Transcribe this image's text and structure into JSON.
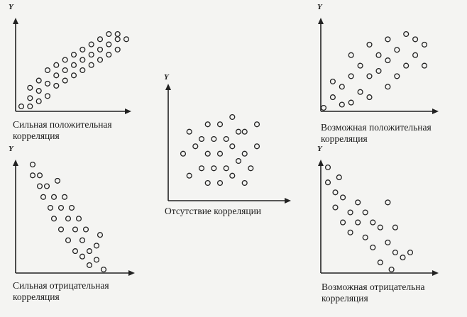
{
  "chart_data": [
    {
      "type": "scatter",
      "id": "strong-positive",
      "ylabel": "Y",
      "caption": [
        "Сильная положительная",
        "корреляция"
      ],
      "x": [
        1.0,
        2.0,
        2.0,
        2.0,
        3.0,
        3.0,
        3.0,
        4.0,
        4.0,
        4.0,
        5.0,
        5.0,
        5.0,
        6.0,
        6.0,
        6.0,
        7.0,
        7.0,
        7.0,
        8.0,
        8.0,
        8.0,
        9.0,
        9.0,
        9.0,
        10.0,
        10.0,
        10.0,
        11.0,
        11.0,
        11.0,
        12.0,
        12.0,
        12.0,
        13.0
      ],
      "y": [
        0.5,
        0.5,
        1.3,
        2.3,
        1.0,
        2.0,
        3.0,
        1.5,
        2.7,
        4.0,
        2.5,
        3.5,
        4.5,
        3.0,
        4.0,
        5.0,
        3.5,
        4.5,
        5.5,
        4.0,
        5.0,
        6.0,
        4.5,
        5.5,
        6.5,
        5.0,
        6.0,
        7.0,
        5.5,
        6.5,
        7.5,
        6.0,
        7.0,
        7.5,
        7.0
      ]
    },
    {
      "type": "scatter",
      "id": "no-correlation",
      "ylabel": "Y",
      "caption": [
        "Отсутствие корреляции"
      ],
      "x": [
        2.0,
        2.5,
        2.5,
        3.0,
        3.5,
        3.5,
        4.0,
        4.0,
        4.0,
        4.5,
        4.5,
        5.0,
        5.0,
        5.0,
        5.5,
        5.5,
        6.0,
        6.0,
        6.0,
        6.5,
        6.5,
        7.0,
        7.0,
        7.0,
        7.5,
        8.0,
        8.0
      ],
      "y": [
        5.0,
        3.5,
        6.5,
        5.5,
        4.0,
        6.0,
        3.0,
        5.0,
        7.0,
        4.0,
        6.0,
        3.0,
        5.0,
        7.0,
        4.0,
        6.0,
        3.5,
        5.5,
        7.5,
        4.5,
        6.5,
        3.0,
        5.0,
        6.5,
        4.0,
        5.5,
        7.0
      ]
    },
    {
      "type": "scatter",
      "id": "possible-positive",
      "ylabel": "Y",
      "caption": [
        "Возможная положительная",
        "корреляция"
      ],
      "x": [
        1.0,
        2.0,
        2.0,
        3.0,
        3.0,
        4.0,
        4.0,
        4.0,
        5.0,
        5.0,
        6.0,
        6.0,
        6.0,
        7.0,
        7.0,
        8.0,
        8.0,
        8.0,
        9.0,
        9.0,
        10.0,
        10.0,
        11.0,
        11.0,
        12.0,
        12.0
      ],
      "y": [
        0.5,
        1.5,
        3.0,
        0.8,
        2.5,
        1.0,
        3.5,
        5.5,
        2.0,
        4.5,
        1.5,
        3.5,
        6.5,
        4.0,
        5.5,
        2.5,
        5.0,
        7.0,
        3.5,
        6.0,
        4.5,
        7.5,
        5.5,
        7.0,
        4.5,
        6.5
      ]
    },
    {
      "type": "scatter",
      "id": "strong-negative",
      "ylabel": "Y",
      "caption": [
        "Сильная отрицательная",
        "корреляция"
      ],
      "x": [
        1.0,
        1.0,
        2.0,
        2.0,
        2.5,
        3.0,
        3.5,
        4.0,
        4.0,
        4.5,
        5.0,
        5.0,
        5.5,
        6.0,
        6.0,
        6.5,
        7.0,
        7.0,
        7.5,
        8.0,
        8.0,
        8.5,
        9.0,
        9.0,
        10.0,
        10.0,
        10.5,
        11.0
      ],
      "y": [
        10.0,
        9.0,
        9.0,
        8.0,
        7.0,
        8.0,
        6.0,
        7.0,
        5.0,
        8.5,
        6.0,
        4.0,
        7.0,
        5.0,
        3.0,
        6.0,
        4.0,
        2.0,
        5.0,
        3.0,
        1.5,
        4.0,
        2.0,
        0.7,
        2.5,
        1.2,
        3.5,
        0.3
      ]
    },
    {
      "type": "scatter",
      "id": "possible-negative",
      "ylabel": "Y",
      "caption": [
        "Возможная отрицательна",
        "корреляция"
      ],
      "x": [
        1.0,
        1.0,
        2.0,
        2.0,
        2.5,
        3.0,
        3.0,
        4.0,
        4.0,
        5.0,
        5.0,
        6.0,
        6.0,
        7.0,
        7.0,
        8.0,
        8.0,
        9.0,
        9.0,
        9.5,
        10.0,
        10.0,
        11.0,
        12.0
      ],
      "y": [
        10.5,
        9.0,
        8.0,
        6.5,
        9.5,
        5.0,
        7.5,
        6.0,
        4.0,
        7.0,
        5.0,
        3.5,
        6.0,
        2.5,
        5.0,
        1.0,
        4.5,
        3.0,
        7.0,
        0.3,
        2.0,
        4.5,
        1.5,
        2.0
      ]
    }
  ]
}
